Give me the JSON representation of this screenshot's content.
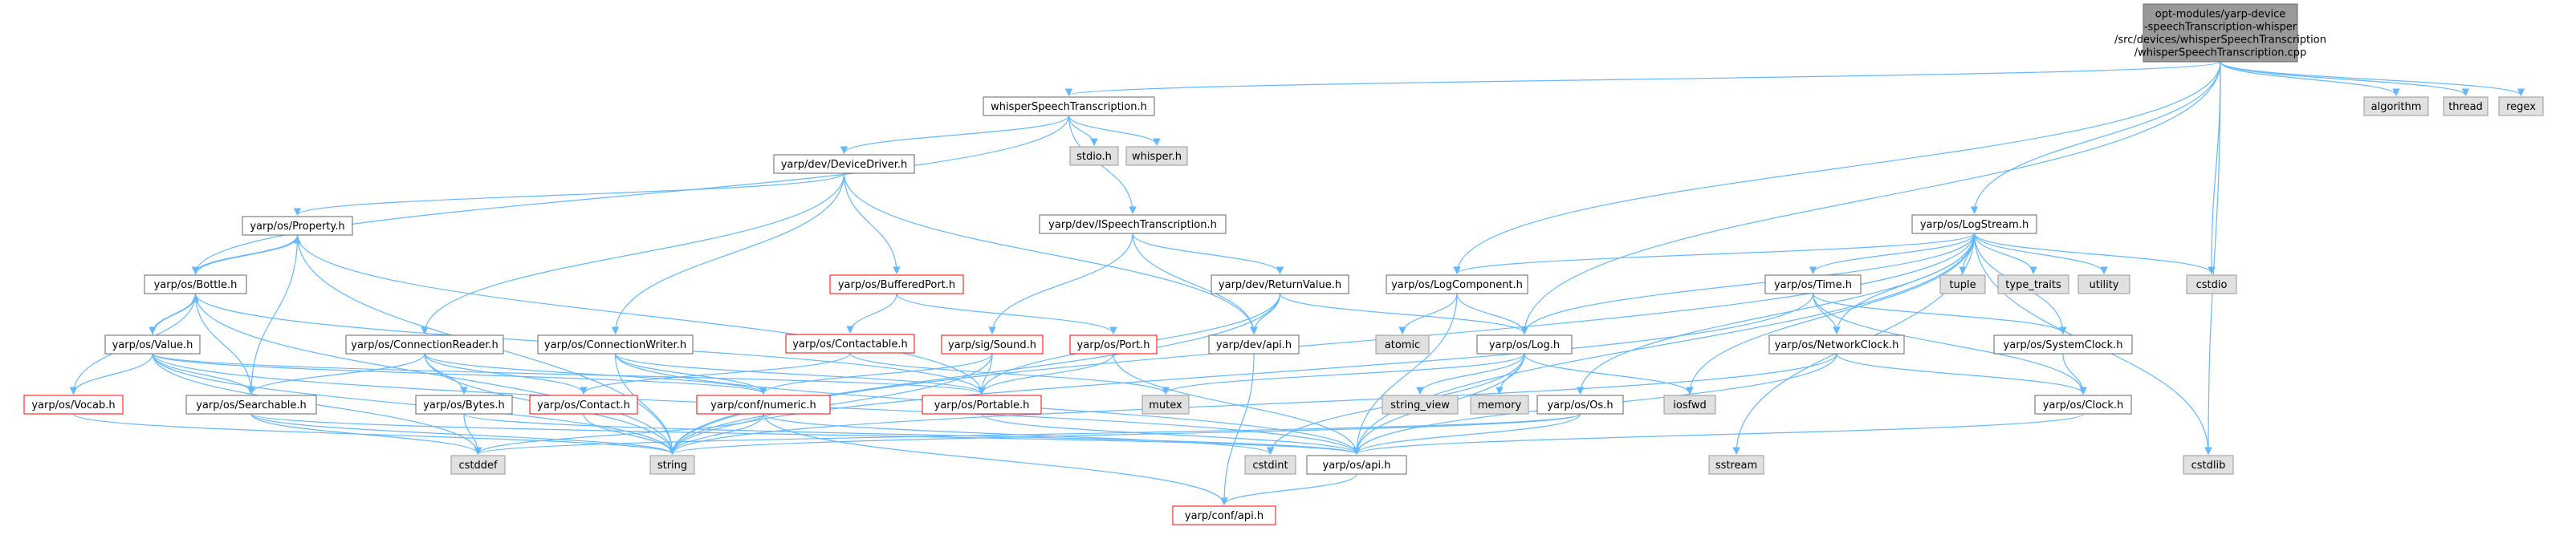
{
  "colors": {
    "root_fill": "#999999",
    "root_border": "#666666",
    "node_fill": "#ffffff",
    "node_border": "#666666",
    "external_fill": "#e0e0e0",
    "external_border": "#999999",
    "incomplete_border": "#ff0000",
    "edge": "#63b8ff"
  },
  "nodes": [
    {
      "id": "root",
      "kind": "root",
      "lines": [
        "opt-modules/yarp-device",
        "-speechTranscription-whisper",
        "/src/devices/whisperSpeechTranscription",
        "/whisperSpeechTranscription.cpp"
      ]
    },
    {
      "id": "whisperSpeechTranscription_h",
      "kind": "normal",
      "lines": [
        "whisperSpeechTranscription.h"
      ]
    },
    {
      "id": "algorithm",
      "kind": "external",
      "lines": [
        "algorithm"
      ]
    },
    {
      "id": "thread",
      "kind": "external",
      "lines": [
        "thread"
      ]
    },
    {
      "id": "regex",
      "kind": "external",
      "lines": [
        "regex"
      ]
    },
    {
      "id": "stdio_h",
      "kind": "external",
      "lines": [
        "stdio.h"
      ]
    },
    {
      "id": "whisper_h",
      "kind": "external",
      "lines": [
        "whisper.h"
      ]
    },
    {
      "id": "DeviceDriver_h",
      "kind": "normal",
      "lines": [
        "yarp/dev/DeviceDriver.h"
      ]
    },
    {
      "id": "ISpeechTranscription_h",
      "kind": "normal",
      "lines": [
        "yarp/dev/ISpeechTranscription.h"
      ]
    },
    {
      "id": "Property_h",
      "kind": "normal",
      "lines": [
        "yarp/os/Property.h"
      ]
    },
    {
      "id": "BufferedPort_h",
      "kind": "incomplete",
      "lines": [
        "yarp/os/BufferedPort.h"
      ]
    },
    {
      "id": "LogStream_h",
      "kind": "normal",
      "lines": [
        "yarp/os/LogStream.h"
      ]
    },
    {
      "id": "Bottle_h",
      "kind": "normal",
      "lines": [
        "yarp/os/Bottle.h"
      ]
    },
    {
      "id": "Contactable_h",
      "kind": "incomplete",
      "lines": [
        "yarp/os/Contactable.h"
      ]
    },
    {
      "id": "ConnectionReader_h",
      "kind": "normal",
      "lines": [
        "yarp/os/ConnectionReader.h"
      ]
    },
    {
      "id": "ConnectionWriter_h",
      "kind": "normal",
      "lines": [
        "yarp/os/ConnectionWriter.h"
      ]
    },
    {
      "id": "Sound_h",
      "kind": "incomplete",
      "lines": [
        "yarp/sig/Sound.h"
      ]
    },
    {
      "id": "Port_h",
      "kind": "incomplete",
      "lines": [
        "yarp/os/Port.h"
      ]
    },
    {
      "id": "ReturnValue_h",
      "kind": "normal",
      "lines": [
        "yarp/dev/ReturnValue.h"
      ]
    },
    {
      "id": "dev_api_h",
      "kind": "normal",
      "lines": [
        "yarp/dev/api.h"
      ]
    },
    {
      "id": "LogComponent_h",
      "kind": "normal",
      "lines": [
        "yarp/os/LogComponent.h"
      ]
    },
    {
      "id": "Time_h",
      "kind": "normal",
      "lines": [
        "yarp/os/Time.h"
      ]
    },
    {
      "id": "tuple",
      "kind": "external",
      "lines": [
        "tuple"
      ]
    },
    {
      "id": "type_traits",
      "kind": "external",
      "lines": [
        "type_traits"
      ]
    },
    {
      "id": "utility",
      "kind": "external",
      "lines": [
        "utility"
      ]
    },
    {
      "id": "cstdio",
      "kind": "external",
      "lines": [
        "cstdio"
      ]
    },
    {
      "id": "Value_h",
      "kind": "normal",
      "lines": [
        "yarp/os/Value.h"
      ]
    },
    {
      "id": "Vocab_h",
      "kind": "incomplete",
      "lines": [
        "yarp/os/Vocab.h"
      ]
    },
    {
      "id": "Searchable_h",
      "kind": "normal",
      "lines": [
        "yarp/os/Searchable.h"
      ]
    },
    {
      "id": "Bytes_h",
      "kind": "normal",
      "lines": [
        "yarp/os/Bytes.h"
      ]
    },
    {
      "id": "Contact_h",
      "kind": "incomplete",
      "lines": [
        "yarp/os/Contact.h"
      ]
    },
    {
      "id": "numeric_h",
      "kind": "incomplete",
      "lines": [
        "yarp/conf/numeric.h"
      ]
    },
    {
      "id": "Portable_h",
      "kind": "incomplete",
      "lines": [
        "yarp/os/Portable.h"
      ]
    },
    {
      "id": "mutex",
      "kind": "external",
      "lines": [
        "mutex"
      ]
    },
    {
      "id": "atomic",
      "kind": "external",
      "lines": [
        "atomic"
      ]
    },
    {
      "id": "Log_h",
      "kind": "normal",
      "lines": [
        "yarp/os/Log.h"
      ]
    },
    {
      "id": "string_view",
      "kind": "external",
      "lines": [
        "string_view"
      ]
    },
    {
      "id": "memory",
      "kind": "external",
      "lines": [
        "memory"
      ]
    },
    {
      "id": "iosfwd",
      "kind": "external",
      "lines": [
        "iosfwd"
      ]
    },
    {
      "id": "Os_h",
      "kind": "normal",
      "lines": [
        "yarp/os/Os.h"
      ]
    },
    {
      "id": "NetworkClock_h",
      "kind": "normal",
      "lines": [
        "yarp/os/NetworkClock.h"
      ]
    },
    {
      "id": "SystemClock_h",
      "kind": "normal",
      "lines": [
        "yarp/os/SystemClock.h"
      ]
    },
    {
      "id": "Clock_h",
      "kind": "normal",
      "lines": [
        "yarp/os/Clock.h"
      ]
    },
    {
      "id": "cstddef",
      "kind": "external",
      "lines": [
        "cstddef"
      ]
    },
    {
      "id": "string",
      "kind": "external",
      "lines": [
        "string"
      ]
    },
    {
      "id": "cstdint",
      "kind": "external",
      "lines": [
        "cstdint"
      ]
    },
    {
      "id": "os_api_h",
      "kind": "normal",
      "lines": [
        "yarp/os/api.h"
      ]
    },
    {
      "id": "sstream",
      "kind": "external",
      "lines": [
        "sstream"
      ]
    },
    {
      "id": "cstdlib",
      "kind": "external",
      "lines": [
        "cstdlib"
      ]
    },
    {
      "id": "conf_api_h",
      "kind": "incomplete",
      "lines": [
        "yarp/conf/api.h"
      ]
    }
  ],
  "edges": [
    [
      "root",
      "whisperSpeechTranscription_h"
    ],
    [
      "root",
      "algorithm"
    ],
    [
      "root",
      "thread"
    ],
    [
      "root",
      "regex"
    ],
    [
      "root",
      "LogStream_h"
    ],
    [
      "root",
      "LogComponent_h"
    ],
    [
      "root",
      "Log_h"
    ],
    [
      "root",
      "cstdio"
    ],
    [
      "root",
      "cstdlib"
    ],
    [
      "whisperSpeechTranscription_h",
      "stdio_h"
    ],
    [
      "whisperSpeechTranscription_h",
      "whisper_h"
    ],
    [
      "whisperSpeechTranscription_h",
      "DeviceDriver_h"
    ],
    [
      "whisperSpeechTranscription_h",
      "ISpeechTranscription_h"
    ],
    [
      "whisperSpeechTranscription_h",
      "Bottle_h"
    ],
    [
      "DeviceDriver_h",
      "Property_h"
    ],
    [
      "DeviceDriver_h",
      "BufferedPort_h"
    ],
    [
      "DeviceDriver_h",
      "ConnectionReader_h"
    ],
    [
      "DeviceDriver_h",
      "ConnectionWriter_h"
    ],
    [
      "DeviceDriver_h",
      "dev_api_h"
    ],
    [
      "ISpeechTranscription_h",
      "Sound_h"
    ],
    [
      "ISpeechTranscription_h",
      "ReturnValue_h"
    ],
    [
      "ISpeechTranscription_h",
      "dev_api_h"
    ],
    [
      "Property_h",
      "Bottle_h"
    ],
    [
      "Property_h",
      "Searchable_h"
    ],
    [
      "Property_h",
      "Portable_h"
    ],
    [
      "Property_h",
      "string"
    ],
    [
      "Bottle_h",
      "Property_h"
    ],
    [
      "Bottle_h",
      "Value_h"
    ],
    [
      "Bottle_h",
      "Vocab_h"
    ],
    [
      "Bottle_h",
      "Searchable_h"
    ],
    [
      "Bottle_h",
      "Portable_h"
    ],
    [
      "Bottle_h",
      "string"
    ],
    [
      "Value_h",
      "Bottle_h"
    ],
    [
      "Value_h",
      "Vocab_h"
    ],
    [
      "Value_h",
      "Searchable_h"
    ],
    [
      "Value_h",
      "numeric_h"
    ],
    [
      "Value_h",
      "Portable_h"
    ],
    [
      "Value_h",
      "cstddef"
    ],
    [
      "Value_h",
      "string"
    ],
    [
      "Value_h",
      "os_api_h"
    ],
    [
      "Vocab_h",
      "string"
    ],
    [
      "Searchable_h",
      "cstddef"
    ],
    [
      "Searchable_h",
      "string"
    ],
    [
      "Searchable_h",
      "os_api_h"
    ],
    [
      "BufferedPort_h",
      "Contactable_h"
    ],
    [
      "BufferedPort_h",
      "Port_h"
    ],
    [
      "Contactable_h",
      "Contact_h"
    ],
    [
      "Contactable_h",
      "mutex"
    ],
    [
      "ConnectionReader_h",
      "Searchable_h"
    ],
    [
      "ConnectionReader_h",
      "Bytes_h"
    ],
    [
      "ConnectionReader_h",
      "Contact_h"
    ],
    [
      "ConnectionReader_h",
      "numeric_h"
    ],
    [
      "ConnectionReader_h",
      "string"
    ],
    [
      "ConnectionWriter_h",
      "Portable_h"
    ],
    [
      "ConnectionWriter_h",
      "numeric_h"
    ],
    [
      "ConnectionWriter_h",
      "string"
    ],
    [
      "ConnectionWriter_h",
      "os_api_h"
    ],
    [
      "Bytes_h",
      "cstddef"
    ],
    [
      "Bytes_h",
      "os_api_h"
    ],
    [
      "Contact_h",
      "string"
    ],
    [
      "numeric_h",
      "conf_api_h"
    ],
    [
      "numeric_h",
      "cstddef"
    ],
    [
      "numeric_h",
      "cstdint"
    ],
    [
      "numeric_h",
      "string"
    ],
    [
      "Sound_h",
      "numeric_h"
    ],
    [
      "Sound_h",
      "Portable_h"
    ],
    [
      "Sound_h",
      "string"
    ],
    [
      "Port_h",
      "Portable_h"
    ],
    [
      "Port_h",
      "os_api_h"
    ],
    [
      "ReturnValue_h",
      "Log_h"
    ],
    [
      "ReturnValue_h",
      "dev_api_h"
    ],
    [
      "ReturnValue_h",
      "Portable_h"
    ],
    [
      "ReturnValue_h",
      "string"
    ],
    [
      "dev_api_h",
      "conf_api_h"
    ],
    [
      "Portable_h",
      "os_api_h"
    ],
    [
      "LogComponent_h",
      "atomic"
    ],
    [
      "LogComponent_h",
      "Log_h"
    ],
    [
      "LogComponent_h",
      "os_api_h"
    ],
    [
      "LogStream_h",
      "LogComponent_h"
    ],
    [
      "LogStream_h",
      "Log_h"
    ],
    [
      "LogStream_h",
      "Os_h"
    ],
    [
      "LogStream_h",
      "Time_h"
    ],
    [
      "LogStream_h",
      "NetworkClock_h"
    ],
    [
      "LogStream_h",
      "SystemClock_h"
    ],
    [
      "LogStream_h",
      "tuple"
    ],
    [
      "LogStream_h",
      "type_traits"
    ],
    [
      "LogStream_h",
      "utility"
    ],
    [
      "LogStream_h",
      "cstdio"
    ],
    [
      "LogStream_h",
      "iosfwd"
    ],
    [
      "LogStream_h",
      "sstream"
    ],
    [
      "LogStream_h",
      "cstdlib"
    ],
    [
      "LogStream_h",
      "string"
    ],
    [
      "LogStream_h",
      "os_api_h"
    ],
    [
      "Log_h",
      "mutex"
    ],
    [
      "Log_h",
      "string_view"
    ],
    [
      "Log_h",
      "memory"
    ],
    [
      "Log_h",
      "iosfwd"
    ],
    [
      "Log_h",
      "cstdint"
    ],
    [
      "Log_h",
      "os_api_h"
    ],
    [
      "Time_h",
      "NetworkClock_h"
    ],
    [
      "Time_h",
      "SystemClock_h"
    ],
    [
      "Time_h",
      "Clock_h"
    ],
    [
      "Time_h",
      "string"
    ],
    [
      "NetworkClock_h",
      "Clock_h"
    ],
    [
      "NetworkClock_h",
      "string"
    ],
    [
      "NetworkClock_h",
      "os_api_h"
    ],
    [
      "SystemClock_h",
      "Clock_h"
    ],
    [
      "Clock_h",
      "os_api_h"
    ],
    [
      "Os_h",
      "cstddef"
    ],
    [
      "Os_h",
      "string"
    ],
    [
      "Os_h",
      "os_api_h"
    ],
    [
      "os_api_h",
      "conf_api_h"
    ]
  ]
}
